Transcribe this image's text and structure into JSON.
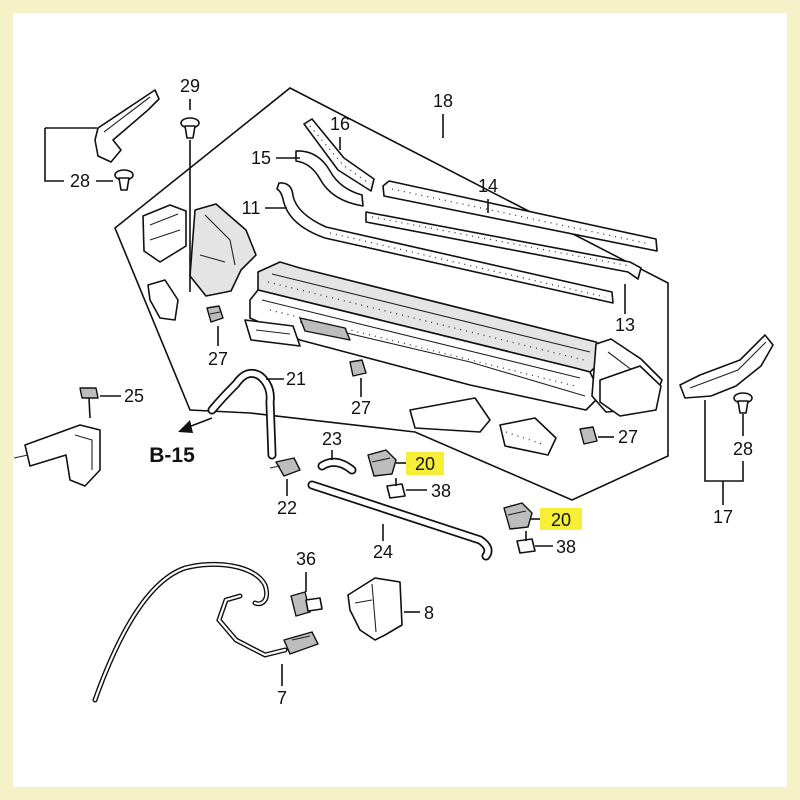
{
  "colors": {
    "frame": "#f6f2c7",
    "highlight": "#f7ee37",
    "line": "#111111"
  },
  "labels": {
    "p29": "29",
    "p18": "18",
    "p16": "16",
    "p15": "15",
    "p14": "14",
    "p11": "11",
    "p28_left": "28",
    "p13": "13",
    "p27_a": "27",
    "p21": "21",
    "p25": "25",
    "p27_b": "27",
    "p23": "23",
    "p27_c": "27",
    "p28_right": "28",
    "p20_a": "20",
    "p38_a": "38",
    "p22": "22",
    "p20_b": "20",
    "p17": "17",
    "p24": "24",
    "p38_b": "38",
    "p36": "36",
    "p8": "8",
    "p7": "7"
  },
  "reference": "B-15"
}
